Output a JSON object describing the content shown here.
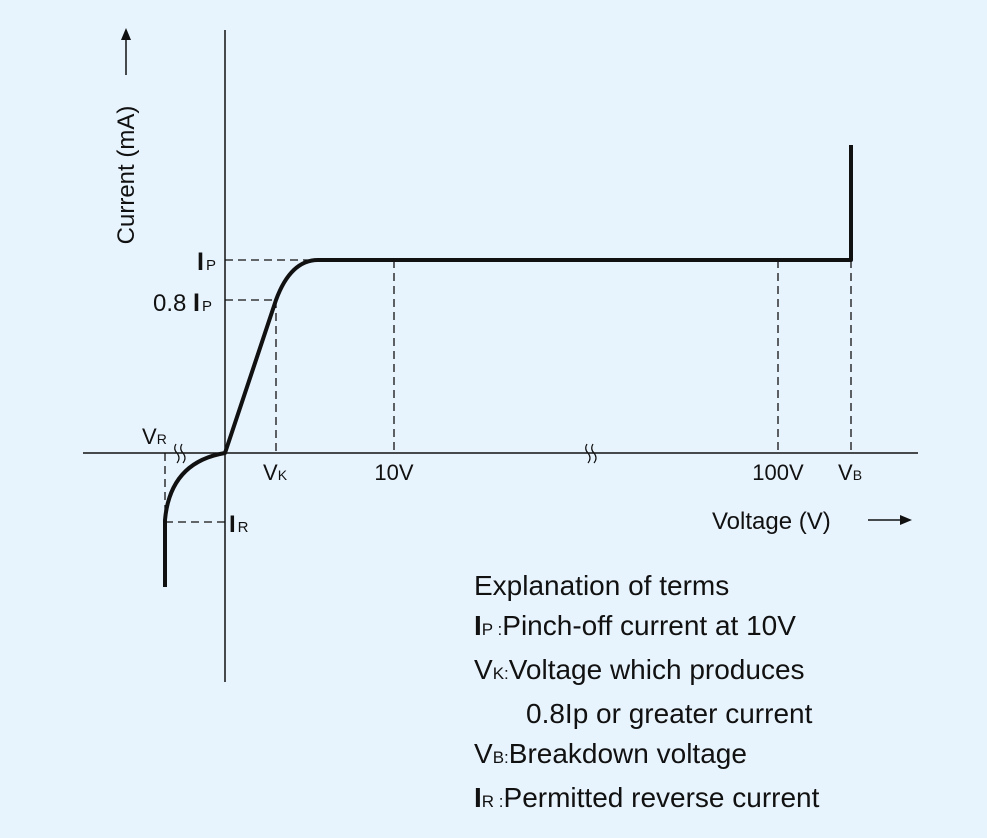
{
  "axes": {
    "y_label": "Current (mA)",
    "x_label": "Voltage (V)"
  },
  "y_ticks": {
    "ip_main": "I",
    "ip_sub": "P",
    "p08_prefix": "0.8 ",
    "p08_main": "I",
    "p08_sub": "P",
    "vr_main": "V",
    "vr_sub": "R",
    "ir_main": "I",
    "ir_sub": "R"
  },
  "x_ticks": {
    "vk_main": "V",
    "vk_sub": "K",
    "v10": "10V",
    "v100": "100V",
    "vb_main": "V",
    "vb_sub": "B"
  },
  "legend": {
    "title": "Explanation of terms",
    "items": [
      {
        "sym": "I",
        "sub": "P",
        "sep": " :",
        "text": "Pinch-off current at 10V"
      },
      {
        "sym": "V",
        "sub": "K",
        "sep": ":",
        "text": "Voltage which produces"
      },
      {
        "cont": "0.8Ip or greater current"
      },
      {
        "sym": "V",
        "sub": "B",
        "sep": ":",
        "text": "Breakdown voltage"
      },
      {
        "sym": "I",
        "sub": "R",
        "sep": " :",
        "text": "Permitted reverse current"
      }
    ]
  },
  "colors": {
    "background": "#e8f4fd",
    "ink": "#111111"
  }
}
